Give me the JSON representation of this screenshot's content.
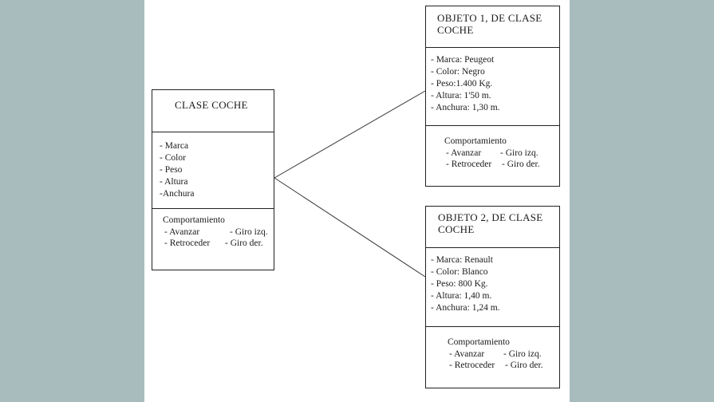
{
  "class_box": {
    "title": "CLASE COCHE",
    "attributes": [
      "- Marca",
      "- Color",
      "- Peso",
      "- Altura",
      "-Anchura"
    ],
    "behavior_title": "Comportamiento",
    "behavior_rows": [
      [
        "- Avanzar",
        "- Giro izq."
      ],
      [
        "- Retroceder",
        "- Giro der."
      ]
    ]
  },
  "object1": {
    "title_line1": "OBJETO 1, DE CLASE",
    "title_line2": "COCHE",
    "attributes": [
      "- Marca: Peugeot",
      "- Color: Negro",
      "- Peso:1.400 Kg.",
      "- Altura: 1'50 m.",
      "- Anchura: 1,30 m."
    ],
    "behavior_title": "Comportamiento",
    "behavior_rows": [
      [
        "- Avanzar",
        "- Giro izq."
      ],
      [
        "- Retroceder",
        "- Giro der."
      ]
    ]
  },
  "object2": {
    "title_line1": "OBJETO 2, DE CLASE",
    "title_line2": "COCHE",
    "attributes": [
      "- Marca: Renault",
      "- Color: Blanco",
      "- Peso: 800 Kg.",
      "- Altura: 1,40 m.",
      "- Anchura: 1,24 m."
    ],
    "behavior_title": "Comportamiento",
    "behavior_rows": [
      [
        "- Avanzar",
        "- Giro izq."
      ],
      [
        "- Retroceder",
        "- Giro der."
      ]
    ]
  },
  "colors": {
    "side_background": "#a8bcbd",
    "canvas_background": "#ffffff",
    "line": "#222222"
  }
}
